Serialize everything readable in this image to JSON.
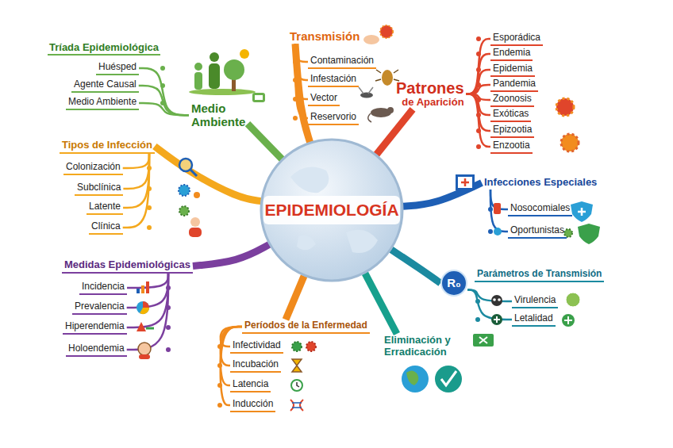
{
  "diagram": {
    "nodes": [
      {
        "text": [
          "EPIDEMIOLOGÍA"
        ]
      },
      {
        "text": [
          "Medio Ambiente"
        ]
      },
      {
        "text": [
          "Huésped"
        ]
      },
      {
        "text": [
          "Agente Causal"
        ]
      },
      {
        "text": [
          "Medio Ambiente"
        ]
      },
      {
        "text": [
          "Transmisión"
        ]
      },
      {
        "text": [
          "Contaminación"
        ]
      },
      {
        "text": [
          "Infestación"
        ]
      },
      {
        "text": [
          "Vector"
        ]
      },
      {
        "text": [
          "Reservorio"
        ]
      },
      {
        "text": [
          "Patrones",
          "de Aparición"
        ]
      },
      {
        "text": [
          "Esporádica"
        ]
      },
      {
        "text": [
          "Endemia"
        ]
      },
      {
        "text": [
          "Epidemia"
        ]
      },
      {
        "text": [
          "Pandemia"
        ]
      },
      {
        "text": [
          "Zoonosis"
        ]
      },
      {
        "text": [
          "Exóticas"
        ]
      },
      {
        "text": [
          "Epizootia"
        ]
      },
      {
        "text": [
          "Enzootia"
        ]
      },
      {
        "text": [
          "Tipos de Infección"
        ]
      },
      {
        "text": [
          "Colonización"
        ]
      },
      {
        "text": [
          "Subclínica"
        ]
      },
      {
        "text": [
          "Latente"
        ]
      },
      {
        "text": [
          "Clínica"
        ]
      },
      {
        "text": [
          "Infecciones Especiales"
        ]
      },
      {
        "text": [
          "Nosocomiales"
        ]
      },
      {
        "text": [
          "Oportunistas"
        ]
      },
      {
        "text": [
          "Medidas Epidemiológicas"
        ]
      },
      {
        "text": [
          "Incidencia"
        ]
      },
      {
        "text": [
          "Prevalencia"
        ]
      },
      {
        "text": [
          "Hiperendemia"
        ]
      },
      {
        "text": [
          "Holoendemia"
        ]
      },
      {
        "text": [
          "R₀"
        ]
      },
      {
        "text": [
          "Parámetros de Transmisión"
        ]
      },
      {
        "text": [
          "Virulencia"
        ]
      },
      {
        "text": [
          "Letalidad"
        ]
      },
      {
        "text": [
          "Períodos de la Enfermedad"
        ]
      },
      {
        "text": [
          "Infectividad"
        ]
      },
      {
        "text": [
          "Incubación"
        ]
      },
      {
        "text": [
          "Latencia"
        ]
      },
      {
        "text": [
          "Inducción"
        ]
      },
      {
        "text": [
          "Eliminación y Erradicación"
        ]
      }
    ],
    "edges": [
      {
        "from": 0,
        "to": 1,
        "arrow": "none"
      },
      {
        "from": 1,
        "to": 2,
        "arrow": "none"
      },
      {
        "from": 1,
        "to": 3,
        "arrow": "none"
      },
      {
        "from": 1,
        "to": 4,
        "arrow": "none"
      },
      {
        "from": 0,
        "to": 5,
        "arrow": "none"
      },
      {
        "from": 5,
        "to": 6,
        "arrow": "none"
      },
      {
        "from": 5,
        "to": 7,
        "arrow": "none"
      },
      {
        "from": 5,
        "to": 8,
        "arrow": "none"
      },
      {
        "from": 5,
        "to": 9,
        "arrow": "none"
      },
      {
        "from": 0,
        "to": 10,
        "arrow": "none"
      },
      {
        "from": 10,
        "to": 11,
        "arrow": "none"
      },
      {
        "from": 10,
        "to": 12,
        "arrow": "none"
      },
      {
        "from": 10,
        "to": 13,
        "arrow": "none"
      },
      {
        "from": 10,
        "to": 14,
        "arrow": "none"
      },
      {
        "from": 10,
        "to": 15,
        "arrow": "none"
      },
      {
        "from": 10,
        "to": 16,
        "arrow": "none"
      },
      {
        "from": 10,
        "to": 17,
        "arrow": "none"
      },
      {
        "from": 10,
        "to": 18,
        "arrow": "none"
      },
      {
        "from": 0,
        "to": 19,
        "arrow": "none"
      },
      {
        "from": 19,
        "to": 20,
        "arrow": "none"
      },
      {
        "from": 19,
        "to": 21,
        "arrow": "none"
      },
      {
        "from": 19,
        "to": 22,
        "arrow": "none"
      },
      {
        "from": 19,
        "to": 23,
        "arrow": "none"
      },
      {
        "from": 0,
        "to": 24,
        "arrow": "none"
      },
      {
        "from": 24,
        "to": 25,
        "arrow": "none"
      },
      {
        "from": 24,
        "to": 26,
        "arrow": "none"
      },
      {
        "from": 0,
        "to": 27,
        "arrow": "none"
      },
      {
        "from": 27,
        "to": 28,
        "arrow": "none"
      },
      {
        "from": 27,
        "to": 29,
        "arrow": "none"
      },
      {
        "from": 27,
        "to": 30,
        "arrow": "none"
      },
      {
        "from": 27,
        "to": 31,
        "arrow": "none"
      },
      {
        "from": 0,
        "to": 32,
        "arrow": "none"
      },
      {
        "from": 32,
        "to": 34,
        "arrow": "none"
      },
      {
        "from": 32,
        "to": 35,
        "arrow": "none"
      },
      {
        "from": 0,
        "to": 36,
        "arrow": "none"
      },
      {
        "from": 36,
        "to": 37,
        "arrow": "none"
      },
      {
        "from": 36,
        "to": 38,
        "arrow": "none"
      },
      {
        "from": 36,
        "to": 39,
        "arrow": "none"
      },
      {
        "from": 36,
        "to": 40,
        "arrow": "none"
      },
      {
        "from": 0,
        "to": 41,
        "arrow": "none"
      }
    ],
    "labels": [
      "Tríada Epidemiológica"
    ]
  }
}
